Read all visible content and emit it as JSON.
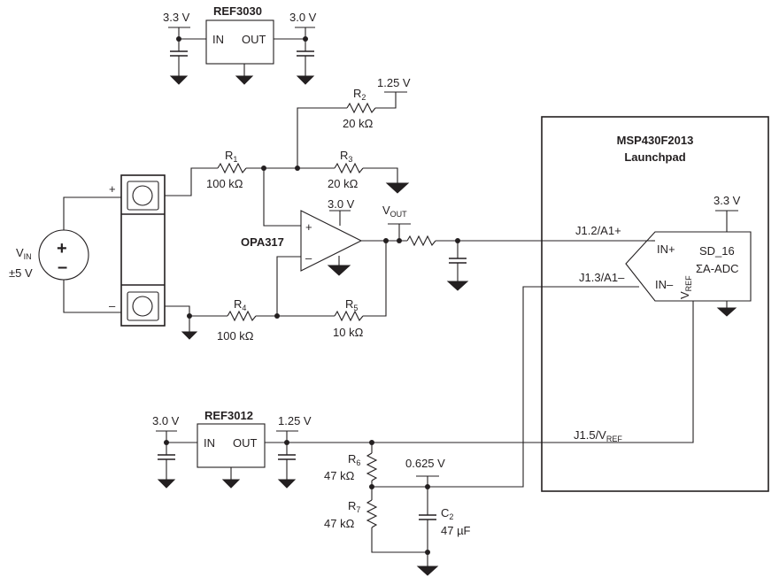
{
  "colors": {
    "ink": "#231f20",
    "background": "#ffffff"
  },
  "ref_top": {
    "name": "REF3030",
    "pin_in": "IN",
    "pin_out": "OUT",
    "in_voltage": "3.3 V",
    "out_voltage": "3.0 V"
  },
  "ref_bottom": {
    "name": "REF3012",
    "pin_in": "IN",
    "pin_out": "OUT",
    "in_voltage": "3.0 V",
    "out_voltage": "1.25 V"
  },
  "source": {
    "name": "V",
    "sub": "IN",
    "value": "±5 V",
    "plus": "+",
    "minus": "–"
  },
  "connector": {
    "plus": "+",
    "minus": "–"
  },
  "opamp": {
    "name": "OPA317",
    "supply": "3.0 V",
    "plus": "+",
    "minus": "–"
  },
  "resistors": {
    "r1": {
      "name": "R",
      "sub": "1",
      "value": "100 kΩ"
    },
    "r2": {
      "name": "R",
      "sub": "2",
      "value": "20 kΩ",
      "supply": "1.25 V"
    },
    "r3": {
      "name": "R",
      "sub": "3",
      "value": "20 kΩ"
    },
    "r4": {
      "name": "R",
      "sub": "4",
      "value": "100 kΩ"
    },
    "r5": {
      "name": "R",
      "sub": "5",
      "value": "10 kΩ"
    },
    "r6": {
      "name": "R",
      "sub": "6",
      "value": "47 kΩ"
    },
    "r7": {
      "name": "R",
      "sub": "7",
      "value": "47 kΩ"
    }
  },
  "c2": {
    "name": "C",
    "sub": "2",
    "value": "47 µF"
  },
  "vout": {
    "name": "V",
    "sub": "OUT"
  },
  "mid_node": "0.625 V",
  "launchpad": {
    "title_line1": "MSP430F2013",
    "title_line2": "Launchpad",
    "supply": "3.3 V",
    "adc_name": "SD_16",
    "adc_type": "ΣA-ADC",
    "pin_plus": "IN+",
    "pin_minus": "IN–",
    "vref": "V",
    "vref_sub": "REF",
    "j12": "J1.2/A1+",
    "j13": "J1.3/A1–",
    "j15": "J1.5/V",
    "j15_sub": "REF"
  }
}
